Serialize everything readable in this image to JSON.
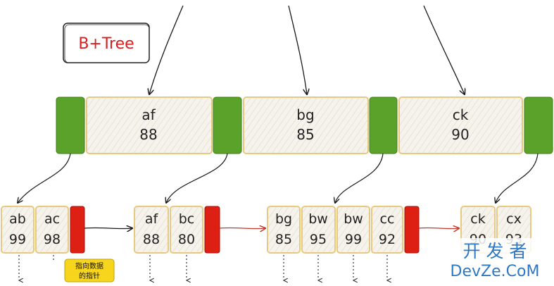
{
  "title_badge": {
    "text": "B+Tree",
    "color": "#d81e1e"
  },
  "internal_node": {
    "keys": [
      {
        "key": "af",
        "value": "88"
      },
      {
        "key": "bg",
        "value": "85"
      },
      {
        "key": "ck",
        "value": "90"
      }
    ]
  },
  "leaf_nodes": [
    {
      "entries": [
        {
          "key": "ab",
          "value": "99"
        },
        {
          "key": "ac",
          "value": "98"
        }
      ]
    },
    {
      "entries": [
        {
          "key": "af",
          "value": "88"
        },
        {
          "key": "bc",
          "value": "80"
        }
      ]
    },
    {
      "entries": [
        {
          "key": "bg",
          "value": "85"
        },
        {
          "key": "bw",
          "value": "95"
        },
        {
          "key": "bw",
          "value": "99"
        },
        {
          "key": "cc",
          "value": "92"
        }
      ]
    },
    {
      "entries": [
        {
          "key": "ck",
          "value": "90"
        },
        {
          "key": "cx",
          "value": "93"
        }
      ]
    }
  ],
  "data_pointer_note": {
    "line1": "指向数据",
    "line2": "的指针"
  },
  "watermark": {
    "cn": "开 发 者",
    "en": "DevZe.CoM"
  },
  "colors": {
    "child_pointer": "#5ba22a",
    "next_pointer": "#dd1f14",
    "cell_border": "#e8c87c",
    "cell_fill": "#f5f3ec",
    "note_fill": "#f7d51d",
    "watermark": "#2f78c4",
    "ink": "#222222",
    "red_arrow": "#c0392b"
  }
}
